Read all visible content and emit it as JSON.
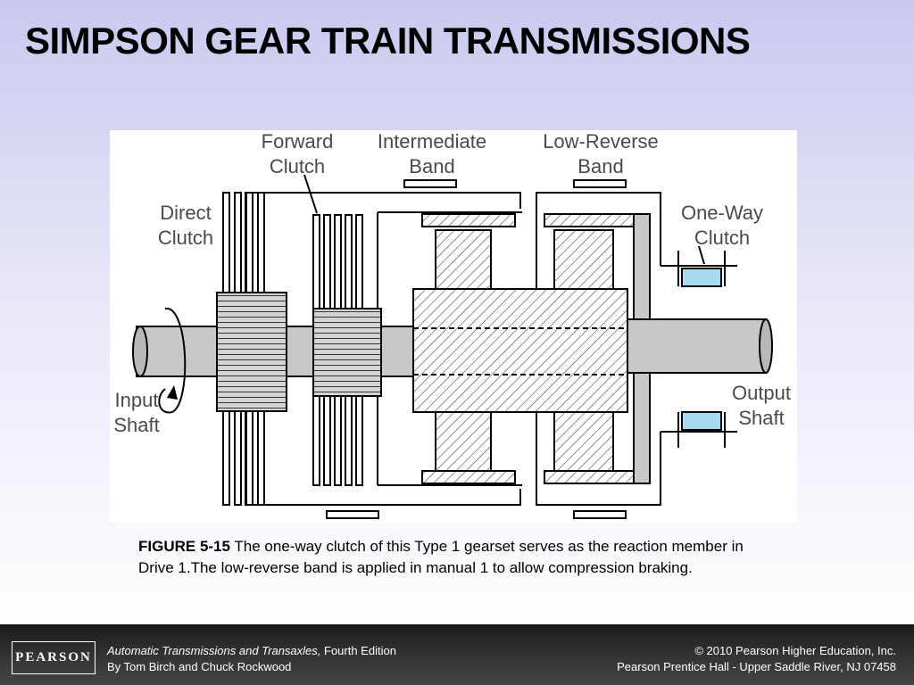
{
  "slide": {
    "title": "SIMPSON GEAR TRAIN TRANSMISSIONS"
  },
  "diagram": {
    "labels": {
      "forward_clutch": [
        "Forward",
        "Clutch"
      ],
      "intermediate_band": [
        "Intermediate",
        "Band"
      ],
      "low_reverse_band": [
        "Low-Reverse",
        "Band"
      ],
      "direct_clutch": [
        "Direct",
        "Clutch"
      ],
      "one_way_clutch": [
        "One-Way",
        "Clutch"
      ],
      "input_shaft": [
        "Input",
        "Shaft"
      ],
      "output_shaft": [
        "Output",
        "Shaft"
      ]
    }
  },
  "caption": {
    "figure_number": "FIGURE 5-15",
    "text": " The one-way clutch of this Type 1 gearset serves as the reaction member in Drive 1.The low-reverse band is applied in manual 1 to allow compression braking."
  },
  "footer": {
    "logo": "PEARSON",
    "book_title": "Automatic Transmissions and Transaxles,",
    "edition": " Fourth Edition",
    "authors": "By Tom Birch and Chuck Rockwood",
    "copyright": "© 2010 Pearson Higher Education, Inc.",
    "publisher": "Pearson Prentice Hall - Upper Saddle River, NJ 07458"
  },
  "colors": {
    "one_way_clutch": "#a8d8f0",
    "shaft": "#c8c8c8"
  }
}
